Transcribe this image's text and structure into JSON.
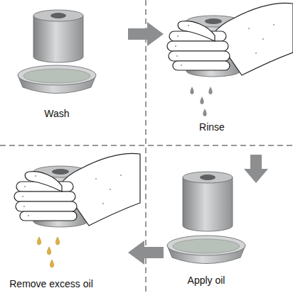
{
  "diagram": {
    "labels": [
      "Wash",
      "Rinse",
      "Apply oil",
      "Remove excess oil"
    ]
  }
}
